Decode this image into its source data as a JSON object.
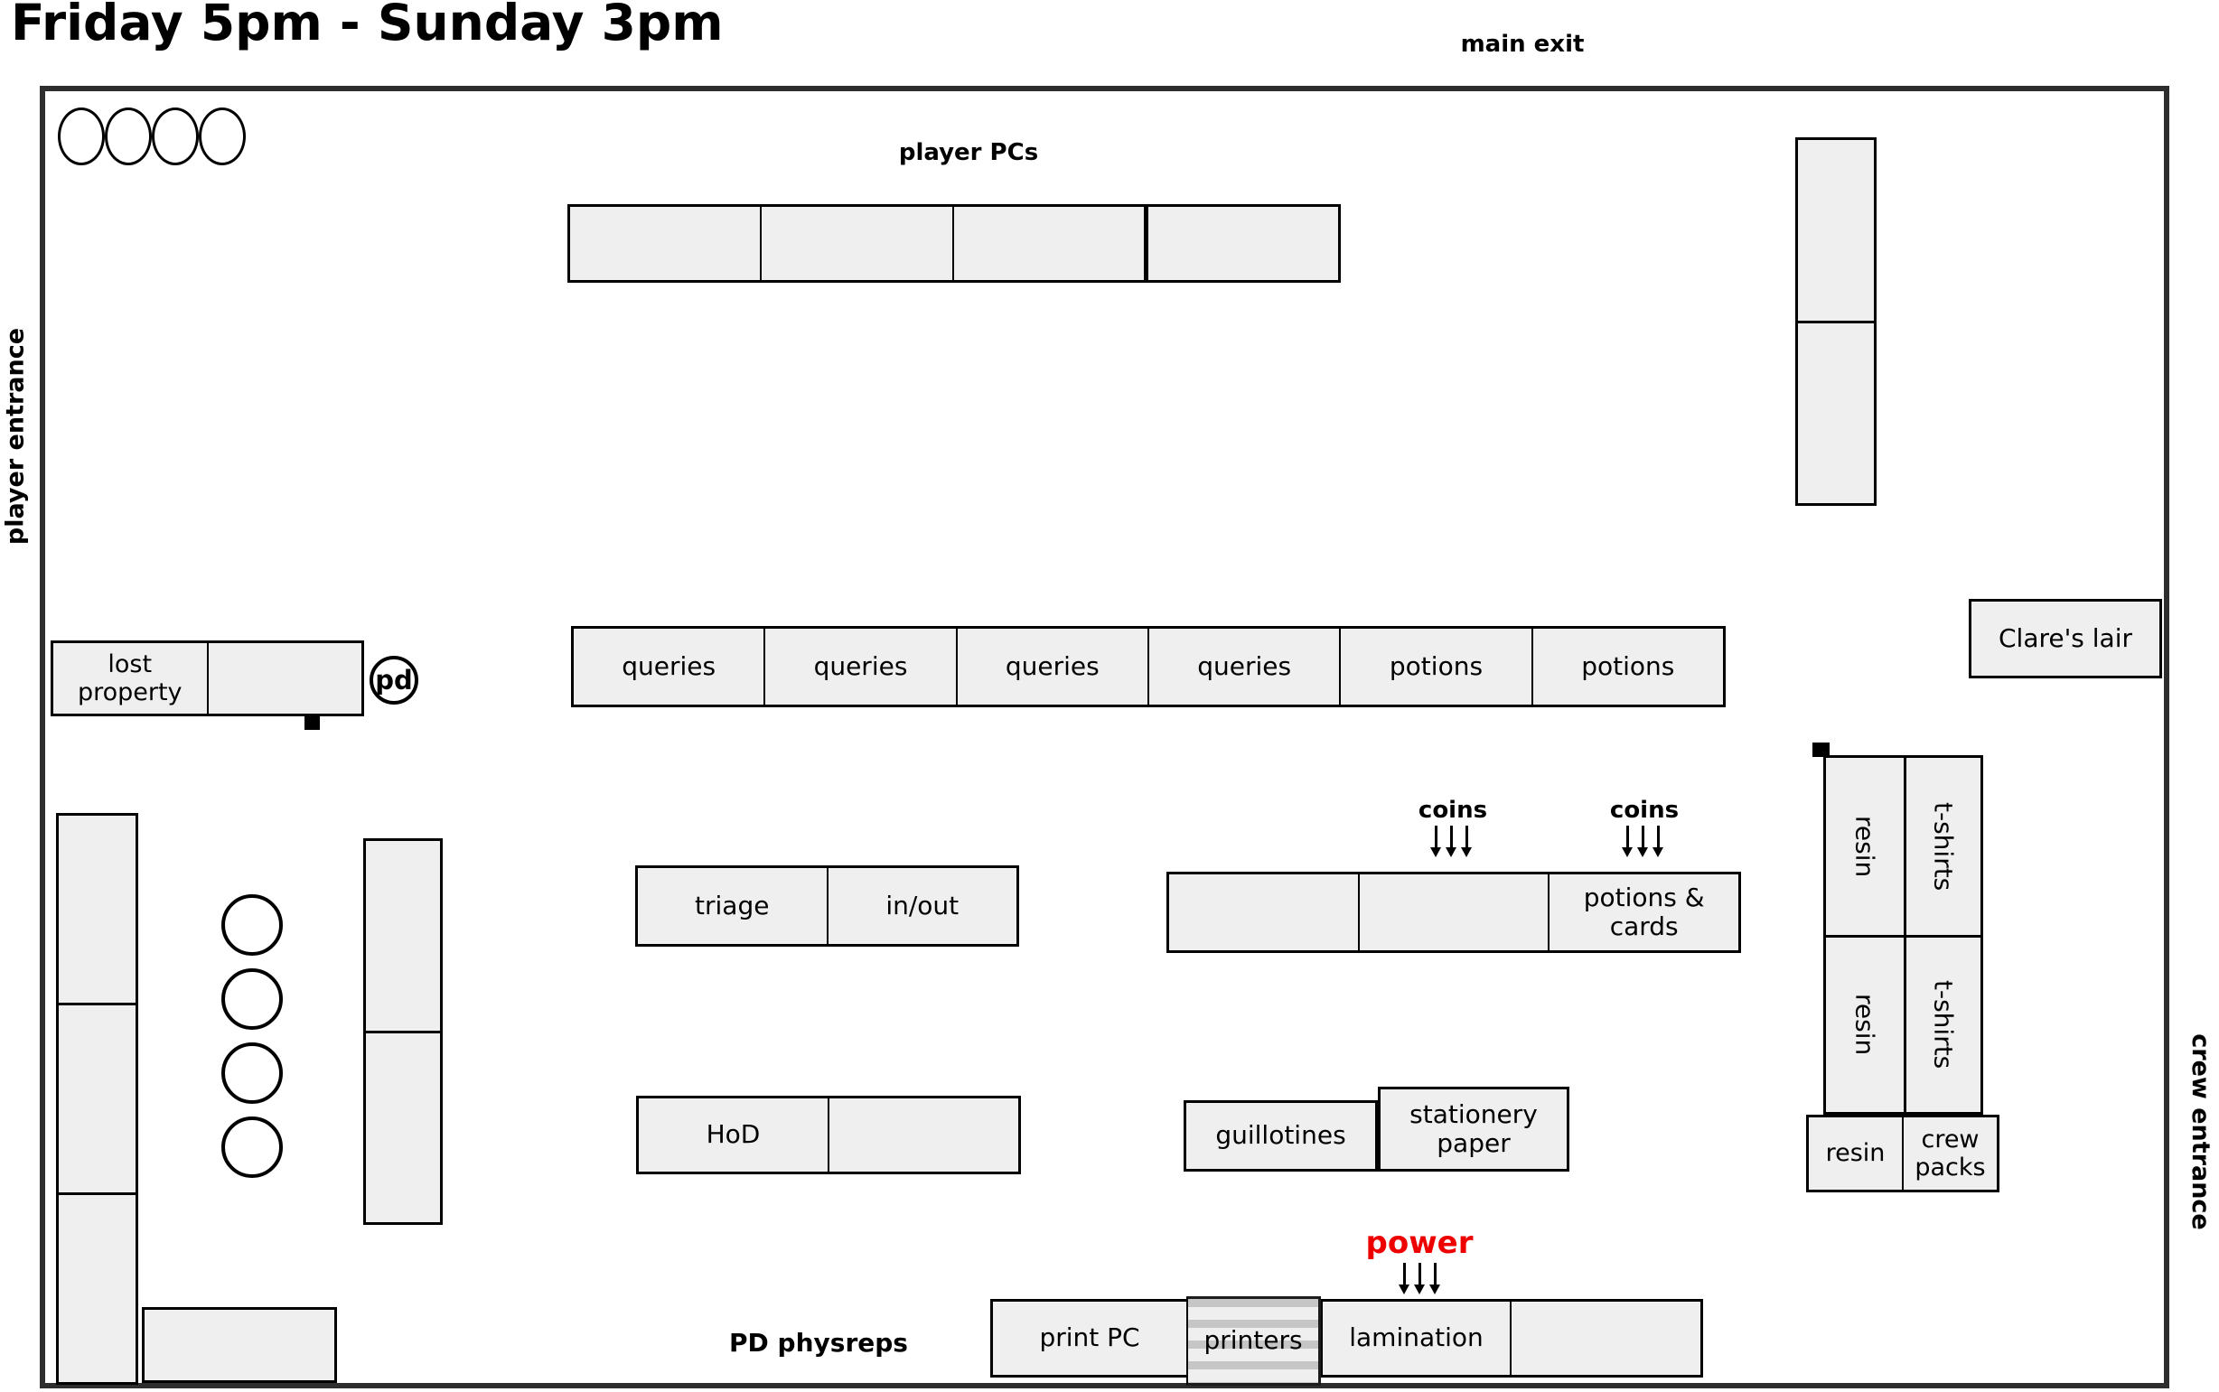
{
  "page": {
    "title": "Friday 5pm - Sunday 3pm"
  },
  "annotations": {
    "main_exit": "main exit",
    "player_pcs": "player PCs",
    "player_entrance": "player entrance",
    "crew_entrance": "crew entrance",
    "pd_physreps": "PD physreps",
    "power": "power",
    "coins_left": "coins",
    "coins_right": "coins",
    "pd_badge": "pd"
  },
  "tables": {
    "player_pcs_row": {
      "c1": "",
      "c2": "",
      "c3": "",
      "c4": ""
    },
    "queries_row": {
      "c1": "queries",
      "c2": "queries",
      "c3": "queries",
      "c4": "queries",
      "c5": "potions",
      "c6": "potions"
    },
    "triage_row": {
      "c1": "triage",
      "c2": "in/out"
    },
    "hod_row": {
      "c1": "HoD",
      "c2": ""
    },
    "coins_row": {
      "c1": "",
      "c2": "",
      "c3_line1": "potions &",
      "c3_line2": "cards"
    },
    "lost_property": {
      "c1": "lost property",
      "c2": ""
    },
    "clares_lair": {
      "label": "Clare's lair"
    },
    "guillotines": {
      "label": "guillotines"
    },
    "stationery": {
      "line1": "stationery",
      "line2": "paper"
    },
    "print_row": {
      "c1": "print PC",
      "c2": "printers",
      "c3": "lamination",
      "c4": ""
    },
    "merch_grid": {
      "r1c1": "resin",
      "r1c2": "t-shirts",
      "r2c1": "resin",
      "r2c2": "t-shirts"
    },
    "crew_packs": {
      "c1": "resin",
      "c2_line1": "crew",
      "c2_line2": "packs"
    },
    "exit_table": {
      "c1": "",
      "c2": ""
    },
    "leftwall_column": {
      "c1": "",
      "c2": "",
      "c3": ""
    },
    "inner_column": {
      "c1": "",
      "c2": ""
    },
    "bottom_left_box": {
      "c1": ""
    }
  },
  "seats": {
    "top_row_chairs": 4,
    "left_column_chairs": 4
  },
  "icons": {
    "down_arrow": "css-shape-down-arrow",
    "chair": "circle-outline",
    "power_socket": "black-square"
  },
  "colors": {
    "power_red": "#ee0000",
    "table_fill": "#efefef",
    "wall_border": "#2e2e2e",
    "printer_stripe": "#c6c6c6",
    "line_black": "#000000"
  }
}
